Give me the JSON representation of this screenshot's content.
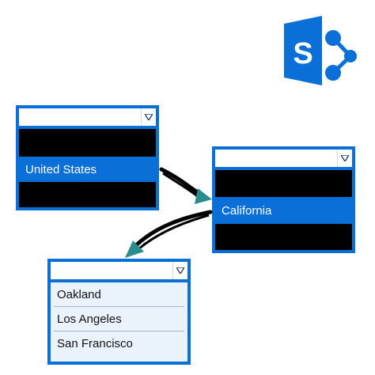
{
  "logo": {
    "icon": "sharepoint-logo-icon",
    "letter": "S",
    "color": "#0a6fd6"
  },
  "colors": {
    "accent": "#0a6fd6",
    "arrow_head": "#2a8c8c",
    "list_bg": "#eaf2fb"
  },
  "country_dropdown": {
    "value": "",
    "options": [
      "",
      "United States",
      ""
    ],
    "selected": "United States"
  },
  "state_dropdown": {
    "value": "",
    "options": [
      "",
      "California",
      ""
    ],
    "selected": "California"
  },
  "city_dropdown": {
    "value": "",
    "options": [
      "Oakland",
      "Los Angeles",
      "San Francisco"
    ]
  }
}
